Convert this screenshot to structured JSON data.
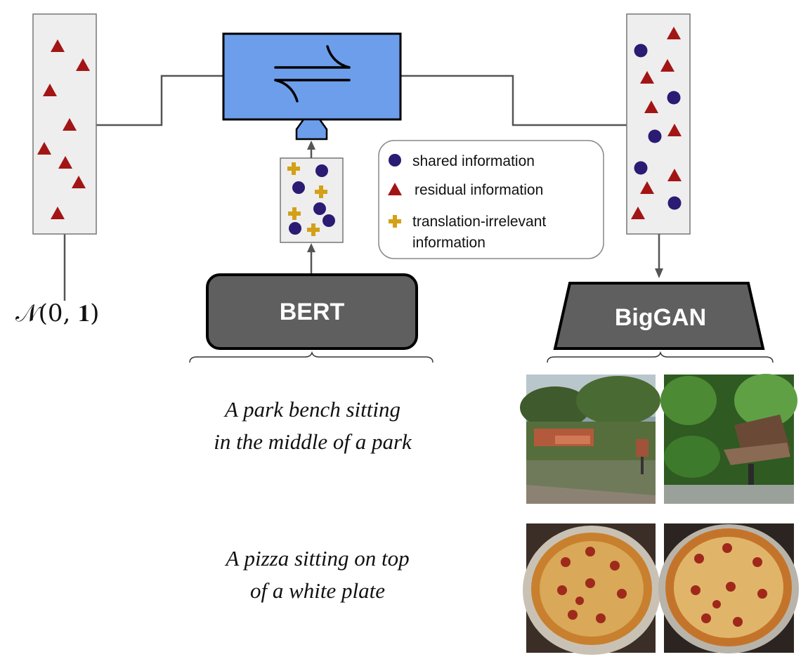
{
  "legend": {
    "shared": "shared information",
    "residual": "residual information",
    "irrelevant_line1": "translation-irrelevant",
    "irrelevant_line2": "information"
  },
  "blocks": {
    "encoder": "BERT",
    "generator": "BigGAN",
    "noise": "𝒩(0, 𝟏)"
  },
  "captions": [
    "A park bench sitting\nin the middle of a park",
    "A pizza sitting on top\nof a white plate"
  ],
  "colors": {
    "shared": "#2b1b73",
    "residual": "#a31515",
    "irrelevant": "#d4a017",
    "translator": "#6d9eeb",
    "block": "#5f5f5f",
    "panel": "#eeeeee"
  }
}
